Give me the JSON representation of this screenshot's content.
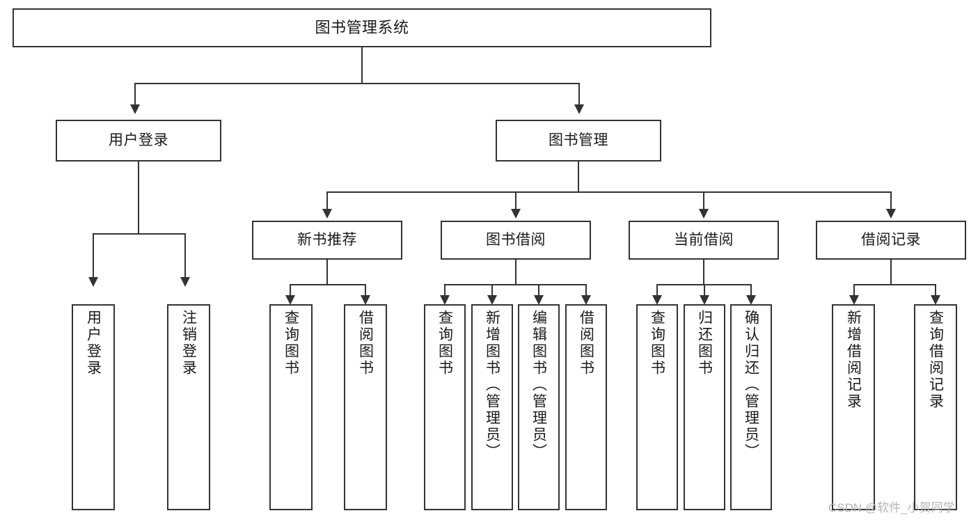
{
  "diagram": {
    "title": "图书管理系统",
    "root": {
      "label": "图书管理系统"
    },
    "level1": [
      {
        "label": "用户登录"
      },
      {
        "label": "图书管理"
      }
    ],
    "level2": [
      {
        "label": "新书推荐"
      },
      {
        "label": "图书借阅"
      },
      {
        "label": "当前借阅"
      },
      {
        "label": "借阅记录"
      }
    ],
    "leaves": {
      "user_login": [
        {
          "label": "用户登录"
        },
        {
          "label": "注销登录"
        }
      ],
      "new_book_recommend": [
        {
          "label": "查询图书"
        },
        {
          "label": "借阅图书"
        }
      ],
      "book_borrow": [
        {
          "label": "查询图书"
        },
        {
          "label": "新增图书（管理员）"
        },
        {
          "label": "编辑图书（管理员）"
        },
        {
          "label": "借阅图书"
        }
      ],
      "current_borrow": [
        {
          "label": "查询图书"
        },
        {
          "label": "归还图书"
        },
        {
          "label": "确认归还（管理员）"
        }
      ],
      "borrow_records": [
        {
          "label": "新增借阅记录"
        },
        {
          "label": "查询借阅记录"
        }
      ]
    },
    "watermark": "CSDN @软件_小贺同学",
    "colors": {
      "border": "#333333",
      "fill": "#ffffff",
      "text": "#1a1a1a",
      "watermark": "#b5b5b5"
    }
  }
}
